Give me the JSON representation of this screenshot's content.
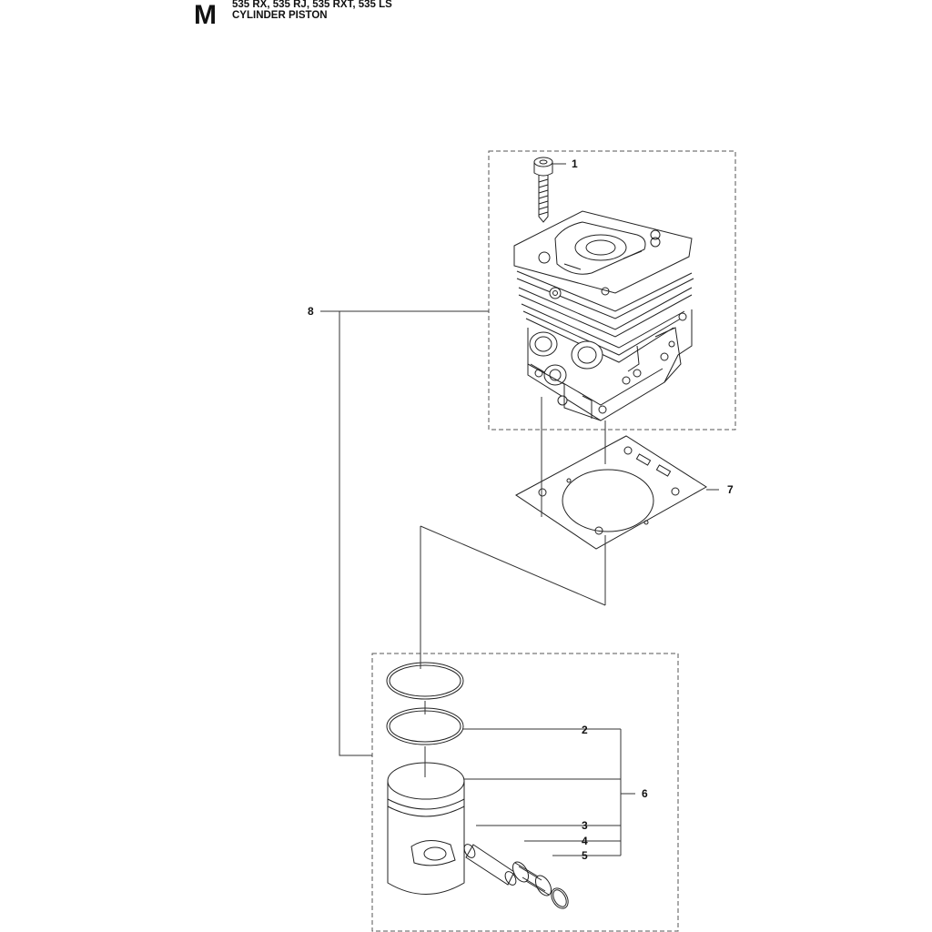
{
  "header": {
    "section_letter": "M",
    "models": "535 RX, 535 RJ, 535 RXT, 535 LS",
    "title": "CYLINDER PISTON"
  },
  "callouts": [
    {
      "id": "callout-1",
      "label": "1"
    },
    {
      "id": "callout-2",
      "label": "2"
    },
    {
      "id": "callout-3",
      "label": "3"
    },
    {
      "id": "callout-4",
      "label": "4"
    },
    {
      "id": "callout-5",
      "label": "5"
    },
    {
      "id": "callout-6",
      "label": "6"
    },
    {
      "id": "callout-7",
      "label": "7"
    },
    {
      "id": "callout-8",
      "label": "8"
    }
  ]
}
